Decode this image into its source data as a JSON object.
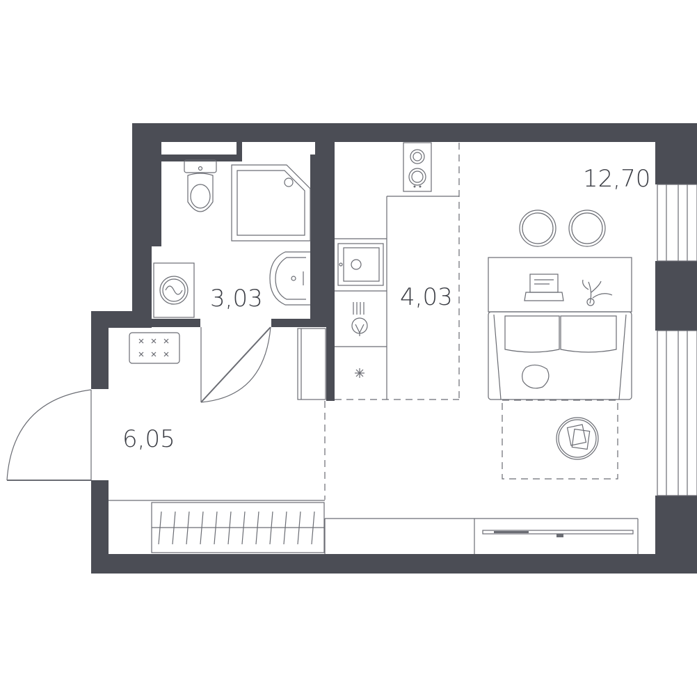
{
  "rooms": [
    {
      "id": "bathroom",
      "area": "3,03"
    },
    {
      "id": "kitchen",
      "area": "4,03"
    },
    {
      "id": "living",
      "area": "12,70"
    },
    {
      "id": "hallway",
      "area": "6,05"
    }
  ],
  "colors": {
    "wall": "#4b4d55",
    "line": "#6a6c73",
    "label": "#3b3d44",
    "background": "#ffffff"
  },
  "icons": [
    "toilet-icon",
    "shower-tray-icon",
    "washbasin-icon",
    "washing-machine-icon",
    "cooktop-icon",
    "sink-icon",
    "faucet-icon",
    "hood-icon",
    "sofa-icon",
    "desk-icon",
    "laptop-icon",
    "plant-icon",
    "coffee-table-icon",
    "stools-icon",
    "tv-icon",
    "wardrobe-icon",
    "shoe-rack-icon",
    "door-swing-icon",
    "window-icon"
  ]
}
